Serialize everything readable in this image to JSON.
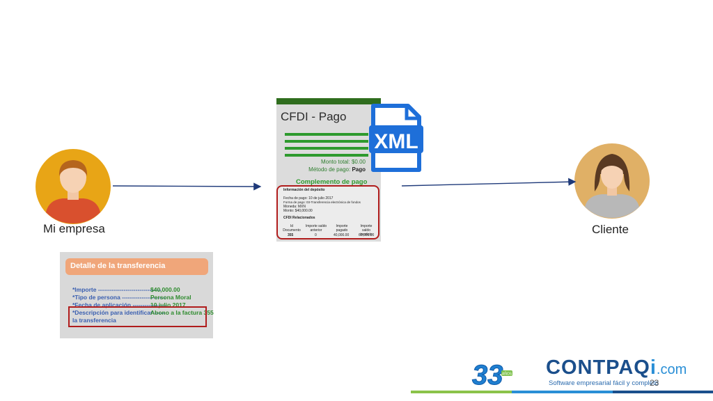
{
  "people": {
    "left_label": "Mi empresa",
    "right_label": "Cliente"
  },
  "cfdi": {
    "title": "CFDI - Pago",
    "monto_total": "Monto total:  $0.00",
    "metodo_pago_label": "Método de pago:",
    "metodo_pago_value": "Pago",
    "complemento": "Complemento de pago",
    "info_title": "Información del depósito",
    "fecha": "Fecha de pago: 10 de julio 2017",
    "forma": "Forma de pago: 03-Transferencia electrónica de fondos",
    "moneda": "Moneda: MXN",
    "monto": "Monto: $40,000.00",
    "relacionados_title": "CFDI Relacionados",
    "table_headers": [
      "Id Documento",
      "Importe saldo anterior",
      "Importe pagado",
      "Importe saldo insoluto"
    ],
    "table_values": [
      "355",
      "0",
      "40,000.00",
      "60,000.00"
    ]
  },
  "xml_icon": {
    "text": "XML",
    "color": "#1e6fd9"
  },
  "transfer": {
    "title": "Detalle de la transferencia",
    "rows": [
      {
        "label": "*Importe --------------------------------",
        "value": "$40,000.00"
      },
      {
        "label": "*Tipo de persona ----------------------",
        "value": "Persona Moral"
      },
      {
        "label": "*Fecha de aplicación -----------------",
        "value": "10 julio 2017"
      },
      {
        "label": "*Descripción para identificar------",
        "value": "Abono a la factura 355"
      },
      {
        "label": "la transferencia",
        "value": ""
      }
    ]
  },
  "footer": {
    "badge": "33",
    "badge_small": "AÑOS",
    "brand": "CONTPAQ",
    "brand_i": "i",
    "brand_com": ".com",
    "tagline": "Software empresarial fácil y completo",
    "page_number": "23"
  },
  "colors": {
    "arrow": "#1f3a7a",
    "accent_green": "#2e9a2e",
    "brand_blue": "#1b4f8c",
    "red_highlight": "#b01c1c",
    "avatar_bg": "#e8a516"
  }
}
